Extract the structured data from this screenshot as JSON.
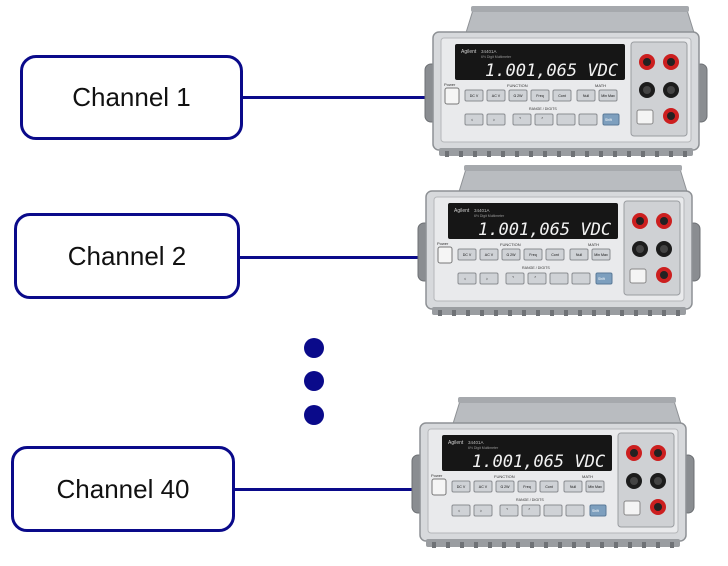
{
  "channels": [
    {
      "label": "Channel 1"
    },
    {
      "label": "Channel 2"
    },
    {
      "label": "Channel 40"
    }
  ],
  "meter": {
    "brand": "Agilent",
    "model": "34401A",
    "subtitle": "6½ Digit Multimeter",
    "display": "1.001,065 VDC",
    "function_label": "FUNCTION",
    "math_label": "MATH",
    "range_label": "RANGE / DIGITS",
    "buttons": [
      "DC V",
      "AC V",
      "Ω 2W",
      "Freq",
      "Cont",
      "Null",
      "Min Max"
    ],
    "power_label": "Power",
    "shift_label": "Shift"
  },
  "colors": {
    "accent": "#0a0a8a",
    "lcd_bg": "#161616",
    "lcd_text": "#f2f2f2",
    "terminal_red": "#cc1f1f"
  }
}
